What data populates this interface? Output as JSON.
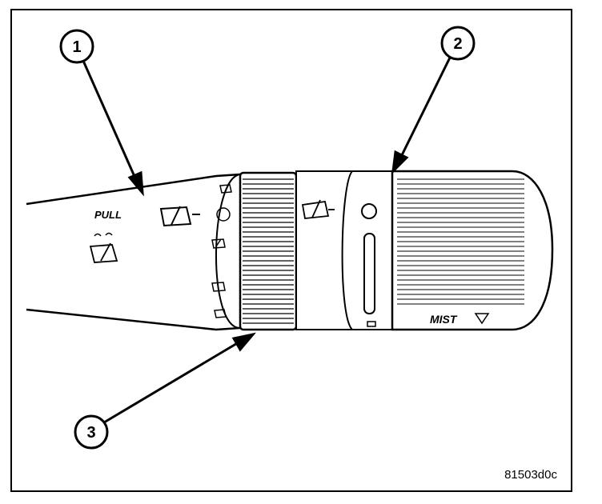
{
  "callouts": [
    {
      "number": "1",
      "target": "wiper-switch-stalk"
    },
    {
      "number": "2",
      "target": "wash-mist-ring-control"
    },
    {
      "number": "3",
      "target": "intermittent-delay-ring"
    }
  ],
  "labels": {
    "pull": "PULL",
    "mist": "MIST"
  },
  "reference_code": "81503d0c",
  "icons": [
    "windshield-wiper-icon",
    "wiper-off-circle-icon",
    "mist-triangle-icon",
    "wiper-delay-icons"
  ]
}
